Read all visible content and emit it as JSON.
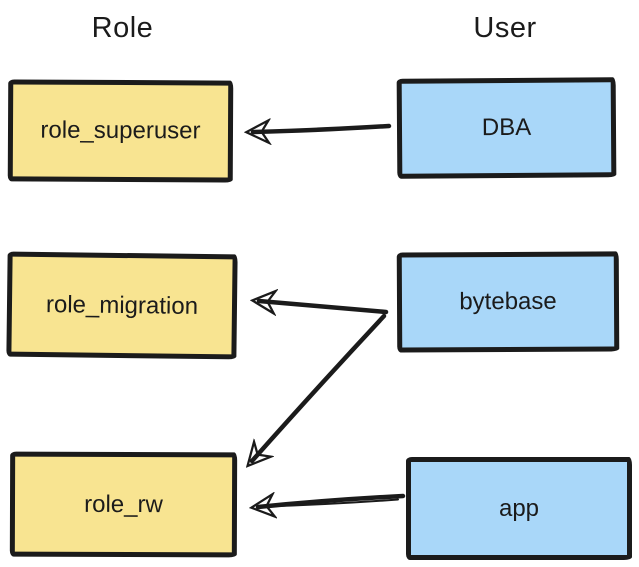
{
  "headers": {
    "role": "Role",
    "user": "User"
  },
  "nodes": {
    "role_superuser": {
      "label": "role_superuser",
      "type": "role"
    },
    "role_migration": {
      "label": "role_migration",
      "type": "role"
    },
    "role_rw": {
      "label": "role_rw",
      "type": "role"
    },
    "dba": {
      "label": "DBA",
      "type": "user"
    },
    "bytebase": {
      "label": "bytebase",
      "type": "user"
    },
    "app": {
      "label": "app",
      "type": "user"
    }
  },
  "edges": [
    {
      "from": "DBA",
      "to": "role_superuser"
    },
    {
      "from": "bytebase",
      "to": "role_migration"
    },
    {
      "from": "bytebase",
      "to": "role_rw"
    },
    {
      "from": "app",
      "to": "role_rw"
    }
  ],
  "colors": {
    "role_fill": "#f8e491",
    "user_fill": "#a9d7f9",
    "stroke": "#1b1b1b",
    "background": "#ffffff"
  }
}
